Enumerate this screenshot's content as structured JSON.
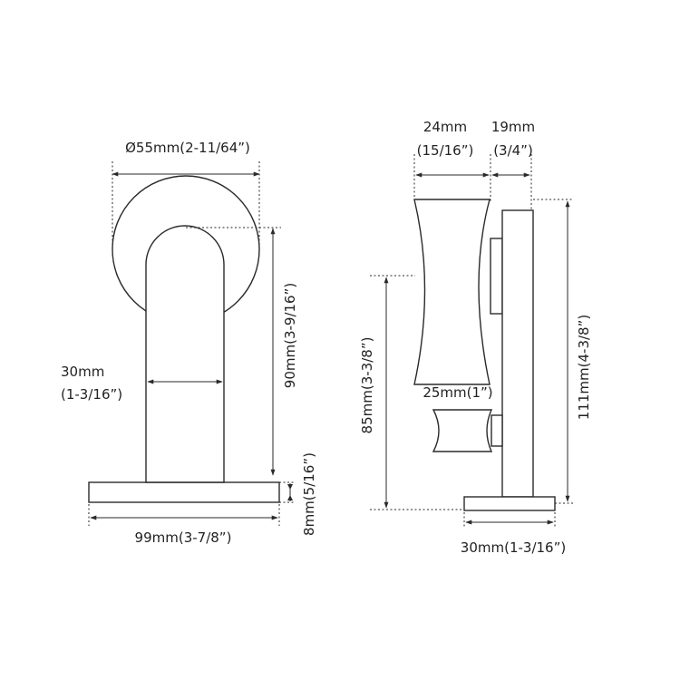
{
  "front_view": {
    "diameter": "Ø55mm(2-11/64”)",
    "height": "90mm(3-9/16”)",
    "width_mm": "30mm",
    "width_in": "(1-3/16”)",
    "base_width": "99mm(3-7/8”)",
    "base_thickness": "8mm(5/16”)"
  },
  "side_view": {
    "roller_width_mm": "24mm",
    "roller_width_in": "(15/16”)",
    "plate_depth_mm": "19mm",
    "plate_depth_in": "(3/4”)",
    "lower_height": "85mm(3-3/8”)",
    "total_height": "111mm(4-3/8”)",
    "knob_width": "25mm(1”)",
    "base_width": "30mm(1-3/16”)"
  }
}
